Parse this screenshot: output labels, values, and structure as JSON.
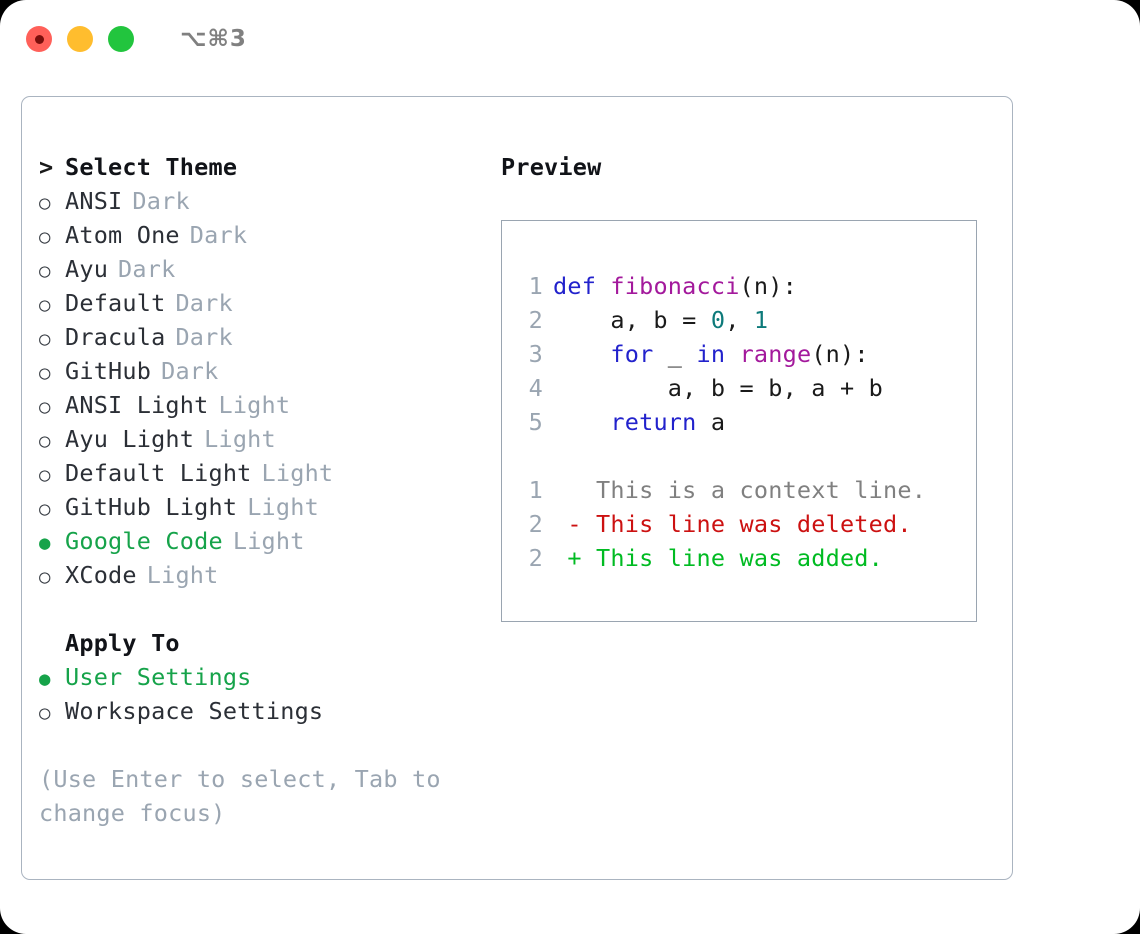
{
  "window": {
    "shortcut_label": "⌥⌘3",
    "traffic_lights": [
      {
        "name": "close",
        "color": "#ff6059"
      },
      {
        "name": "minimize",
        "color": "#ffbd2e"
      },
      {
        "name": "maximize",
        "color": "#22c53e"
      }
    ]
  },
  "theme_picker": {
    "caret": ">",
    "heading": "Select Theme",
    "marker_off": "○",
    "marker_on": "●",
    "items": [
      {
        "label": "ANSI",
        "tag": "Dark",
        "selected": false
      },
      {
        "label": "Atom One",
        "tag": "Dark",
        "selected": false
      },
      {
        "label": "Ayu",
        "tag": "Dark",
        "selected": false
      },
      {
        "label": "Default",
        "tag": "Dark",
        "selected": false
      },
      {
        "label": "Dracula",
        "tag": "Dark",
        "selected": false
      },
      {
        "label": "GitHub",
        "tag": "Dark",
        "selected": false
      },
      {
        "label": "ANSI Light",
        "tag": "Light",
        "selected": false
      },
      {
        "label": "Ayu Light",
        "tag": "Light",
        "selected": false
      },
      {
        "label": "Default Light",
        "tag": "Light",
        "selected": false
      },
      {
        "label": "GitHub Light",
        "tag": "Light",
        "selected": false
      },
      {
        "label": "Google Code",
        "tag": "Light",
        "selected": true
      },
      {
        "label": "XCode",
        "tag": "Light",
        "selected": false
      }
    ]
  },
  "apply_to": {
    "heading": "Apply To",
    "items": [
      {
        "label": "User Settings",
        "selected": true
      },
      {
        "label": "Workspace Settings",
        "selected": false
      }
    ]
  },
  "hint": "(Use Enter to select, Tab to change focus)",
  "preview": {
    "title": "Preview",
    "code_lines": [
      {
        "num": "1",
        "tokens": [
          {
            "t": "def ",
            "c": "kw"
          },
          {
            "t": "fibonacci",
            "c": "fn"
          },
          {
            "t": "(n):",
            "c": "punc"
          }
        ]
      },
      {
        "num": "2",
        "tokens": [
          {
            "t": "    a, b = ",
            "c": "plain"
          },
          {
            "t": "0",
            "c": "num"
          },
          {
            "t": ", ",
            "c": "plain"
          },
          {
            "t": "1",
            "c": "num"
          }
        ]
      },
      {
        "num": "3",
        "tokens": [
          {
            "t": "    ",
            "c": "plain"
          },
          {
            "t": "for",
            "c": "kw"
          },
          {
            "t": " _ ",
            "c": "plain"
          },
          {
            "t": "in",
            "c": "kw"
          },
          {
            "t": " ",
            "c": "plain"
          },
          {
            "t": "range",
            "c": "fn"
          },
          {
            "t": "(n):",
            "c": "punc"
          }
        ]
      },
      {
        "num": "4",
        "tokens": [
          {
            "t": "        a, b = b, a + b",
            "c": "plain"
          }
        ]
      },
      {
        "num": "5",
        "tokens": [
          {
            "t": "    ",
            "c": "plain"
          },
          {
            "t": "return",
            "c": "kw"
          },
          {
            "t": " a",
            "c": "plain"
          }
        ]
      }
    ],
    "diff_lines": [
      {
        "num": "1",
        "sign": " ",
        "text": "This is a context line.",
        "kind": "ctx"
      },
      {
        "num": "2",
        "sign": "-",
        "text": "This line was deleted.",
        "kind": "del"
      },
      {
        "num": "2",
        "sign": "+",
        "text": "This line was added.",
        "kind": "add"
      }
    ]
  },
  "colors": {
    "accent_green": "#16a34a",
    "muted": "#9aa5b1",
    "keyword": "#2222cc",
    "function": "#a3199c",
    "number": "#0d7a7a",
    "diff_add": "#00bb22",
    "diff_del": "#cc1111",
    "border": "#aab4c0"
  }
}
